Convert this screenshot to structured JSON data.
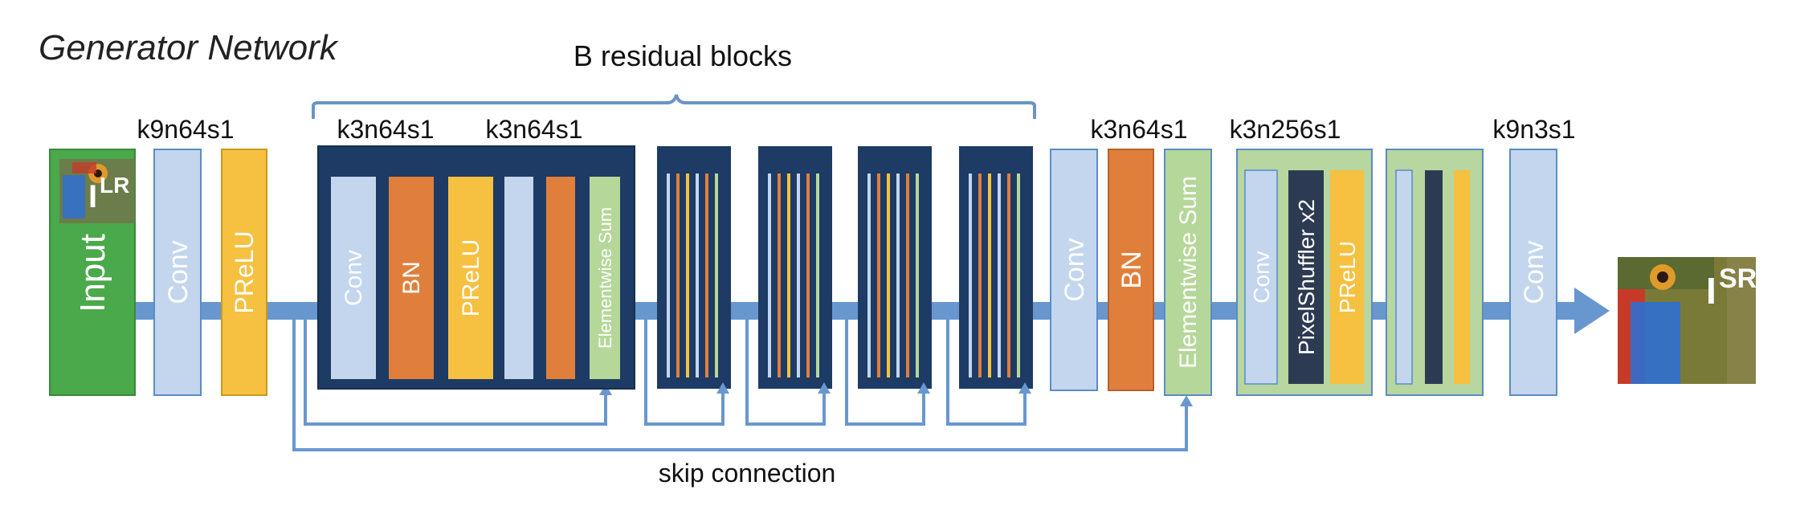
{
  "title": "Generator Network",
  "bracket_label": "B residual blocks",
  "skip_label": "skip connection",
  "kernel_labels": {
    "first": "k9n64s1",
    "res_conv1": "k3n64s1",
    "res_conv2": "k3n64s1",
    "post_conv": "k3n64s1",
    "upsample": "k3n256s1",
    "final": "k9n3s1"
  },
  "input": {
    "label": "Input",
    "symbol": "I",
    "sup": "LR"
  },
  "output": {
    "symbol": "I",
    "sup": "SR"
  },
  "blocks": {
    "conv": "Conv",
    "prelu": "PReLU",
    "bn": "BN",
    "sum": "Elementwise Sum",
    "pixelshuffler": "PixelShuffler x2"
  },
  "colors": {
    "conv": "#c3d6ee",
    "prelu": "#f6c040",
    "bn": "#e07f3c",
    "sum": "#b5d89a",
    "input": "#4aa94a",
    "block_bg": "#1d3b64",
    "upsample_bg": "#b7d6a0",
    "pixelshuffler": "#2c3b52",
    "arrow": "#6897cf",
    "outline": "#4d7fbf"
  }
}
